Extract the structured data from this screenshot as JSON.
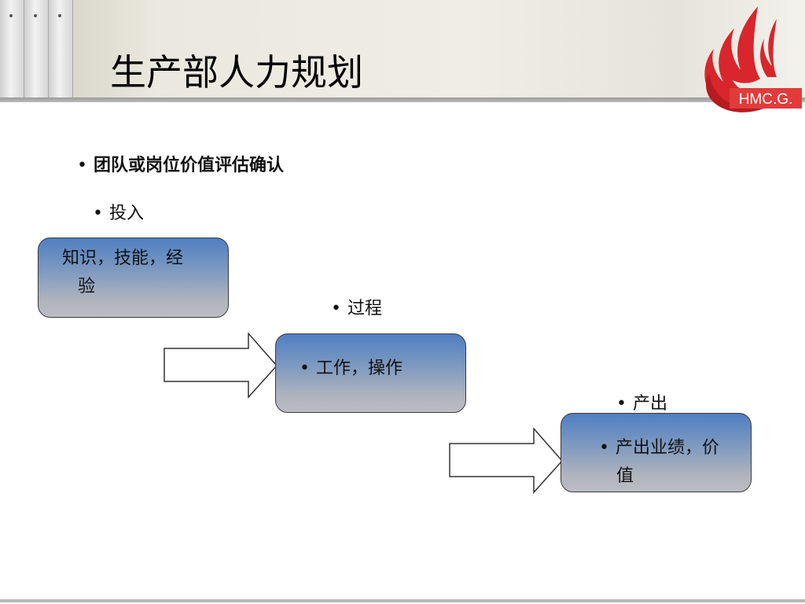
{
  "slide": {
    "title": "生产部人力规划",
    "logo_text": "HMC.G.",
    "main_bullet": "团队或岗位价值评估确认",
    "bullet_char": "•",
    "stages": [
      {
        "label": "投入",
        "box_lines": [
          "知识，技能，经",
          "验"
        ],
        "box_bullet": false
      },
      {
        "label": "过程",
        "box_lines": [
          "工作，操作"
        ],
        "box_bullet": true
      },
      {
        "label": "产出",
        "box_lines": [
          "产出业绩，价",
          "值"
        ],
        "box_bullet": true
      }
    ]
  },
  "colors": {
    "box_top": "#4f7fc2",
    "box_bottom": "#bcbdc2",
    "logo_red": "#d8262c",
    "logo_box": "#e23b3b"
  },
  "icons": {
    "logo": "hmcg-flame-logo",
    "arrows": "block-arrow-right-icon"
  }
}
